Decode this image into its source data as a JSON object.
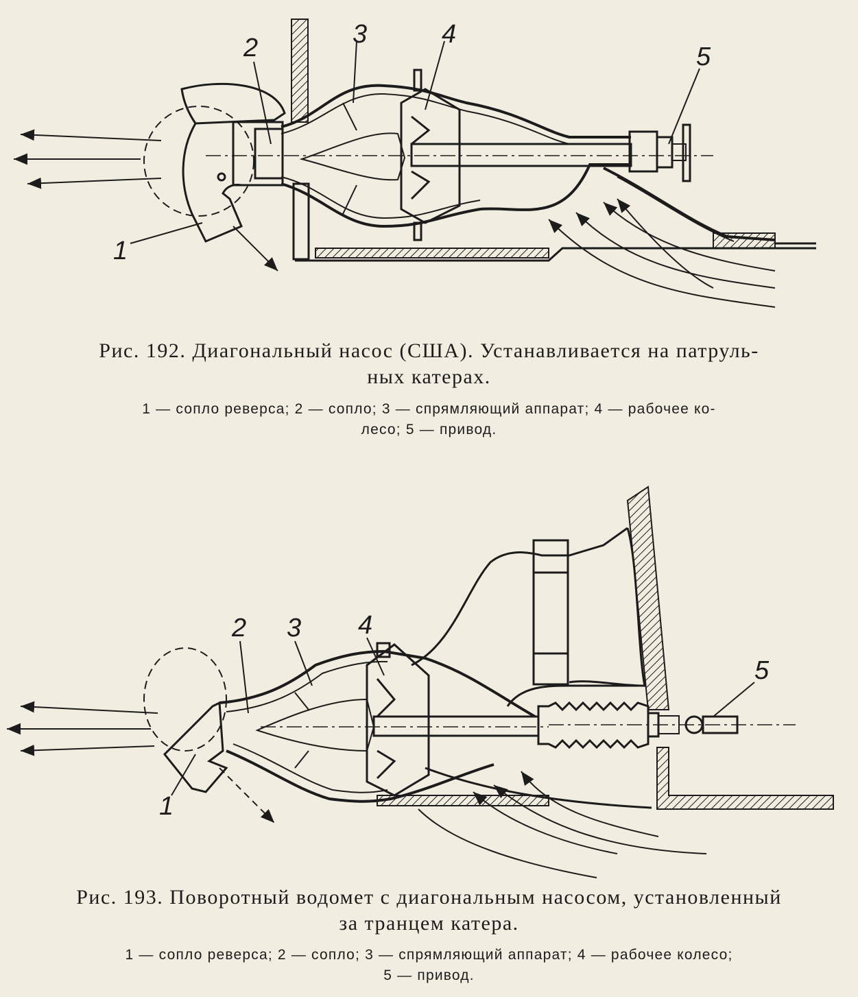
{
  "figure192": {
    "labels": [
      "1",
      "2",
      "3",
      "4",
      "5"
    ],
    "caption_line1": "Рис. 192. Диагональный насос (США). Устанавливается на патруль-",
    "caption_line2": "ных катерах.",
    "legend_line1": "1 — сопло реверса; 2 — сопло; 3 — спрямляющий аппарат; 4 — рабочее ко-",
    "legend_line2": "лесо; 5 — привод."
  },
  "figure193": {
    "labels": [
      "1",
      "2",
      "3",
      "4",
      "5"
    ],
    "caption_line1": "Рис. 193. Поворотный водомет с диагональным насосом, установленный",
    "caption_line2": "за транцем катера.",
    "legend_line1": "1 — сопло реверса; 2 — сопло; 3 — спрямляющий аппарат; 4 — рабочее колесо;",
    "legend_line2": "5 — привод."
  }
}
